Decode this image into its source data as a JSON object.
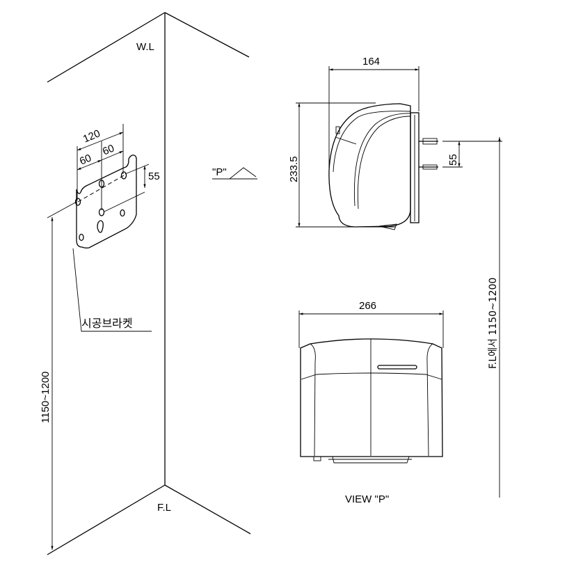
{
  "labels": {
    "wall_line": "W.L",
    "floor_line": "F.L",
    "bracket_label": "시공브라켓",
    "view_marker": "\"P\"",
    "view_title": "VIEW \"P\""
  },
  "dimensions": {
    "bracket_total_width": "120",
    "bracket_left_spacing": "60",
    "bracket_right_spacing": "60",
    "bracket_hole_vertical": "55",
    "mount_height_left": "1150~1200",
    "side_depth": "164",
    "side_height": "233.5",
    "side_screw_spacing": "55",
    "mount_height_right": "F.L에서 1150~1200",
    "front_width": "266"
  }
}
